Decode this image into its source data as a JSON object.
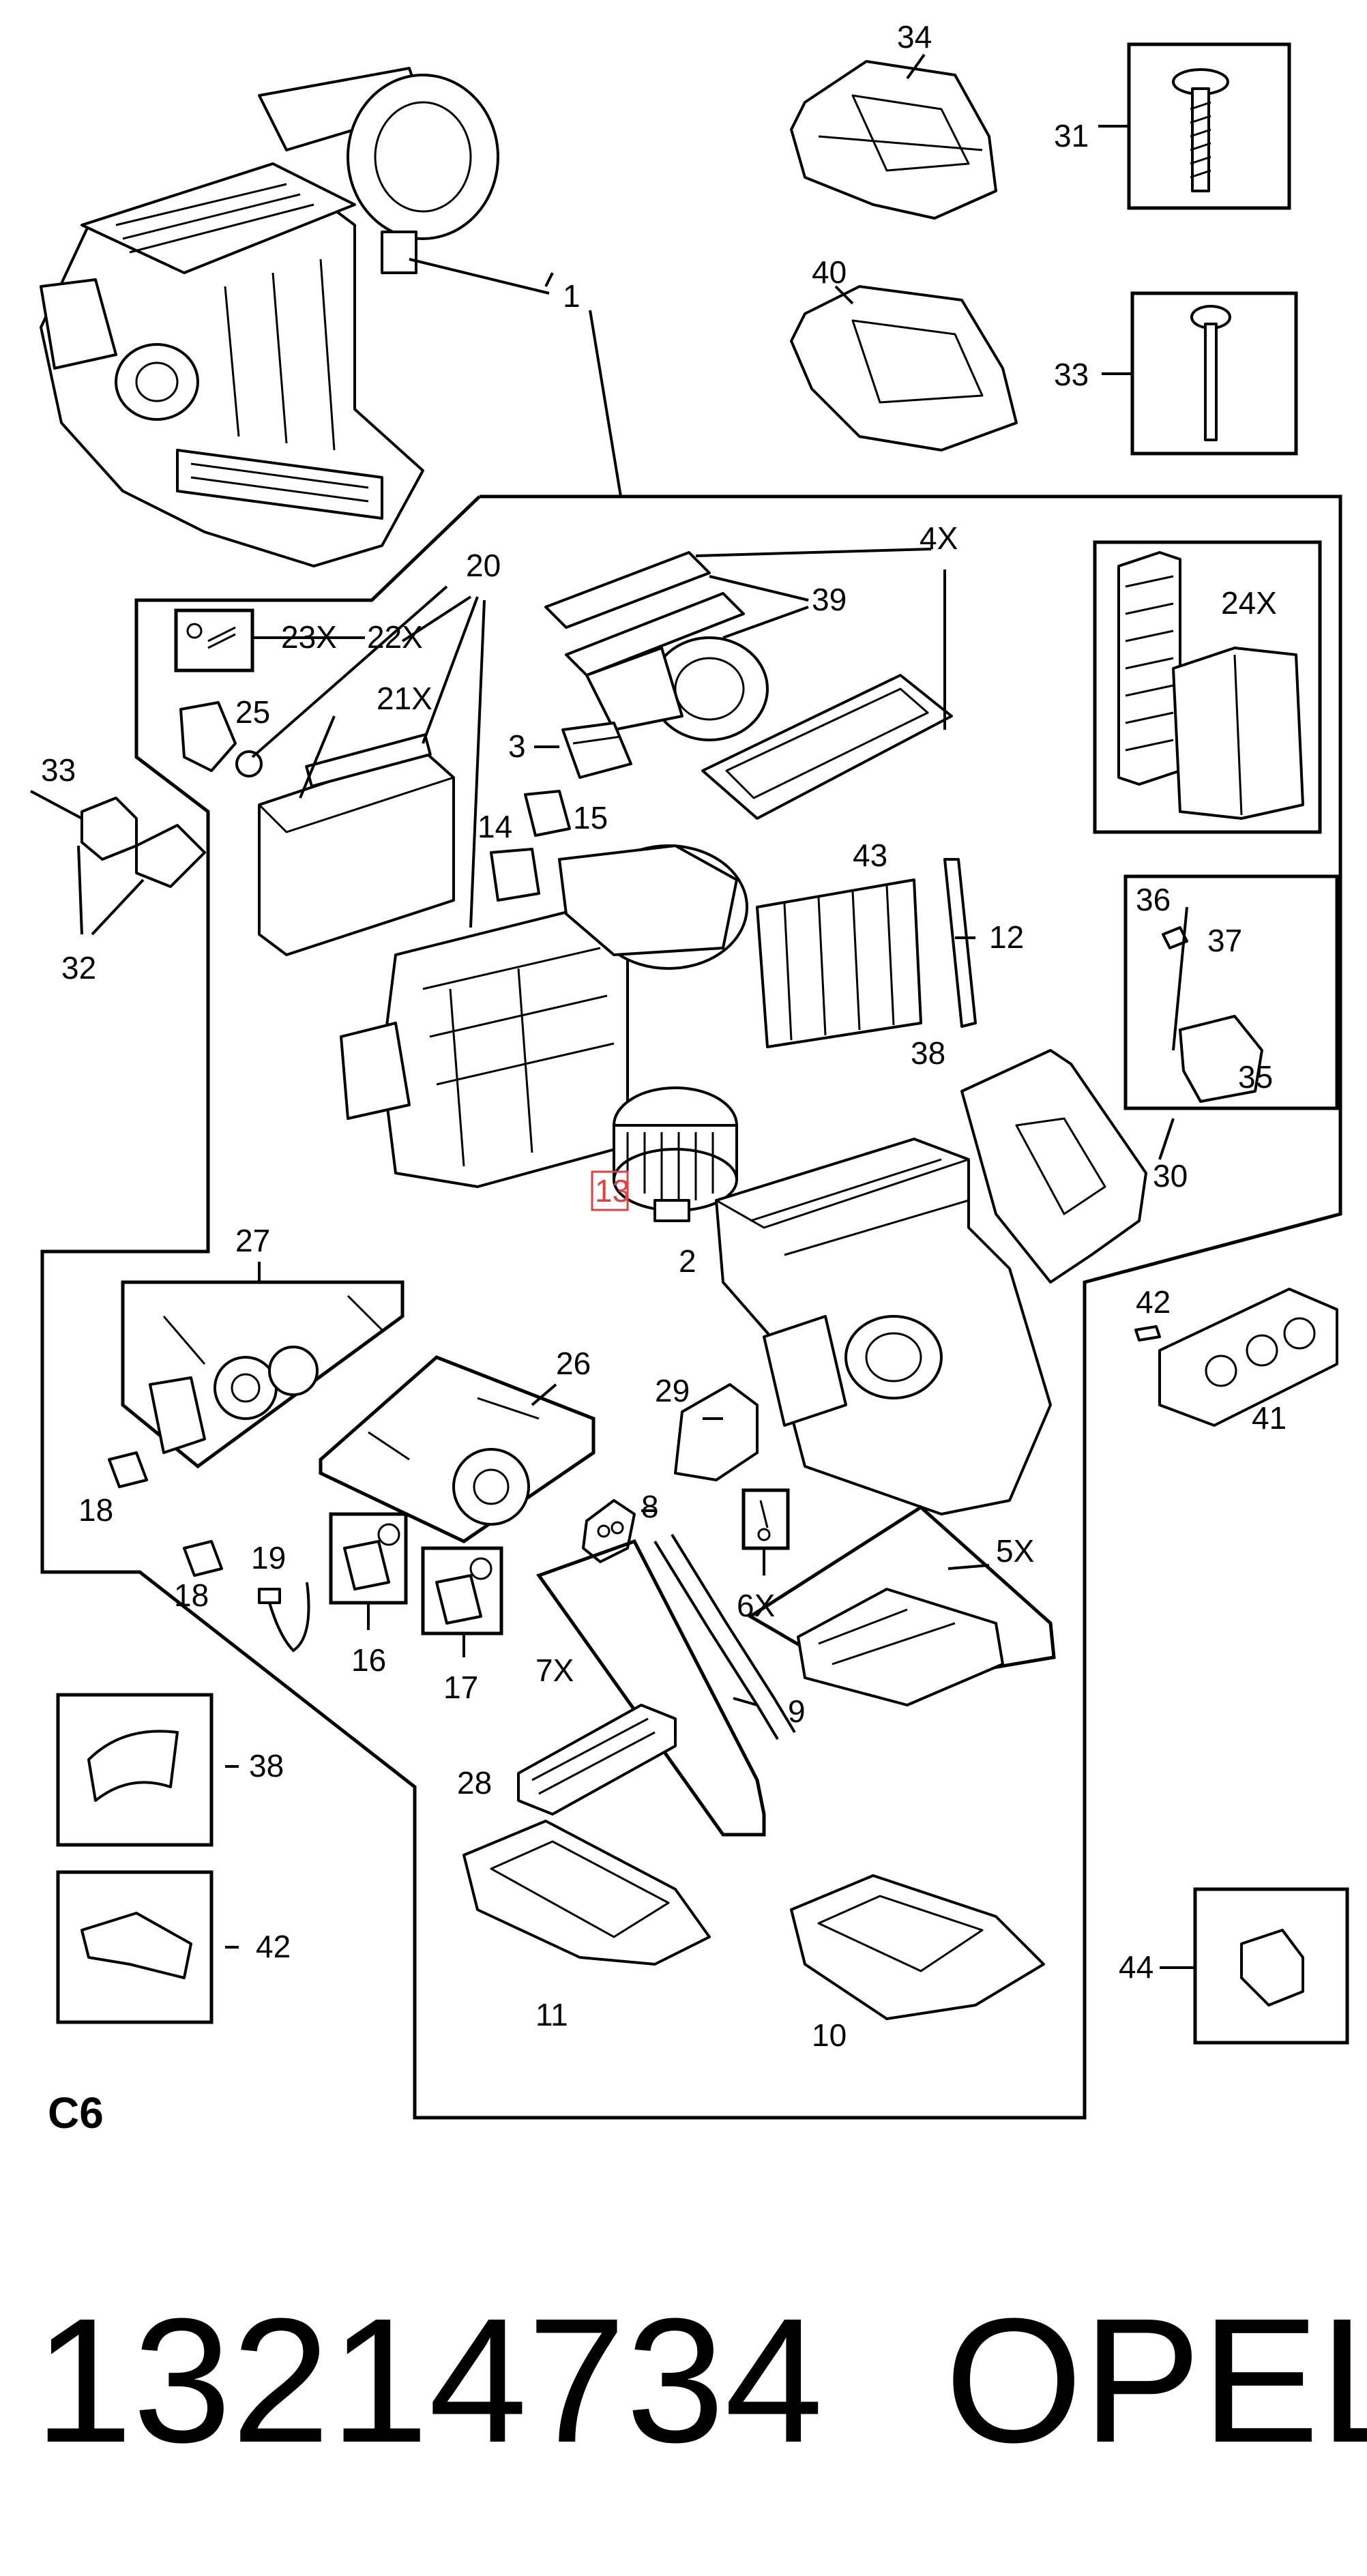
{
  "diagram": {
    "group_code": "C6",
    "highlighted_callout": "13",
    "highlight_color": "#e04040",
    "callouts": {
      "c1": "1",
      "c2": "2",
      "c3": "3",
      "c4x": "4X",
      "c5x": "5X",
      "c6x": "6X",
      "c7x": "7X",
      "c8": "8",
      "c9": "9",
      "c10": "10",
      "c11": "11",
      "c12": "12",
      "c13": "13",
      "c14": "14",
      "c15": "15",
      "c16": "16",
      "c17": "17",
      "c18a": "18",
      "c18b": "18",
      "c19": "19",
      "c20": "20",
      "c21x": "21X",
      "c22x": "22X",
      "c23x": "23X",
      "c24x": "24X",
      "c25": "25",
      "c26": "26",
      "c27": "27",
      "c28": "28",
      "c29": "29",
      "c30": "30",
      "c31": "31",
      "c32": "32",
      "c33a": "33",
      "c33b": "33",
      "c34": "34",
      "c35": "35",
      "c36": "36",
      "c37": "37",
      "c38a": "38",
      "c38b": "38",
      "c39": "39",
      "c40": "40",
      "c41": "41",
      "c42a": "42",
      "c42b": "42",
      "c43": "43",
      "c44": "44"
    }
  },
  "footer": {
    "part_number": "13214734",
    "brand": "OPEL"
  }
}
